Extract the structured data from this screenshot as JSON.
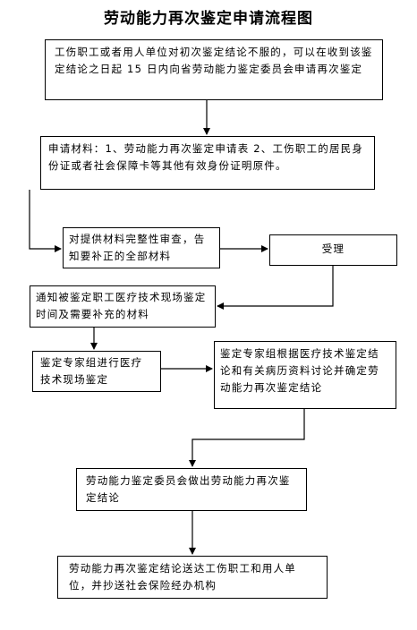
{
  "title": "劳动能力再次鉴定申请流程图",
  "steps": {
    "s1": "工伤职工或者用人单位对初次鉴定结论不服的，可以在收到该鉴定结论之日起 15 日内向省劳动能力鉴定委员会申请再次鉴定",
    "s2": "申请材料：1、劳动能力再次鉴定申请表 2、工伤职工的居民身份证或者社会保障卡等其他有效身份证明原件。",
    "s3": "对提供材料完整性审查，告知要补正的全部材料",
    "s4": "受理",
    "s5": "通知被鉴定职工医疗技术现场鉴定时间及需要补充的材料",
    "s6": "鉴定专家组进行医疗技术现场鉴定",
    "s7": "鉴定专家组根据医疗技术鉴定结论和有关病历资料讨论并确定劳动能力再次鉴定结论",
    "s8": "劳动能力鉴定委员会做出劳动能力再次鉴定结论",
    "s9": "劳动能力再次鉴定结论送达工伤职工和用人单位，并抄送社会保险经办机构"
  }
}
